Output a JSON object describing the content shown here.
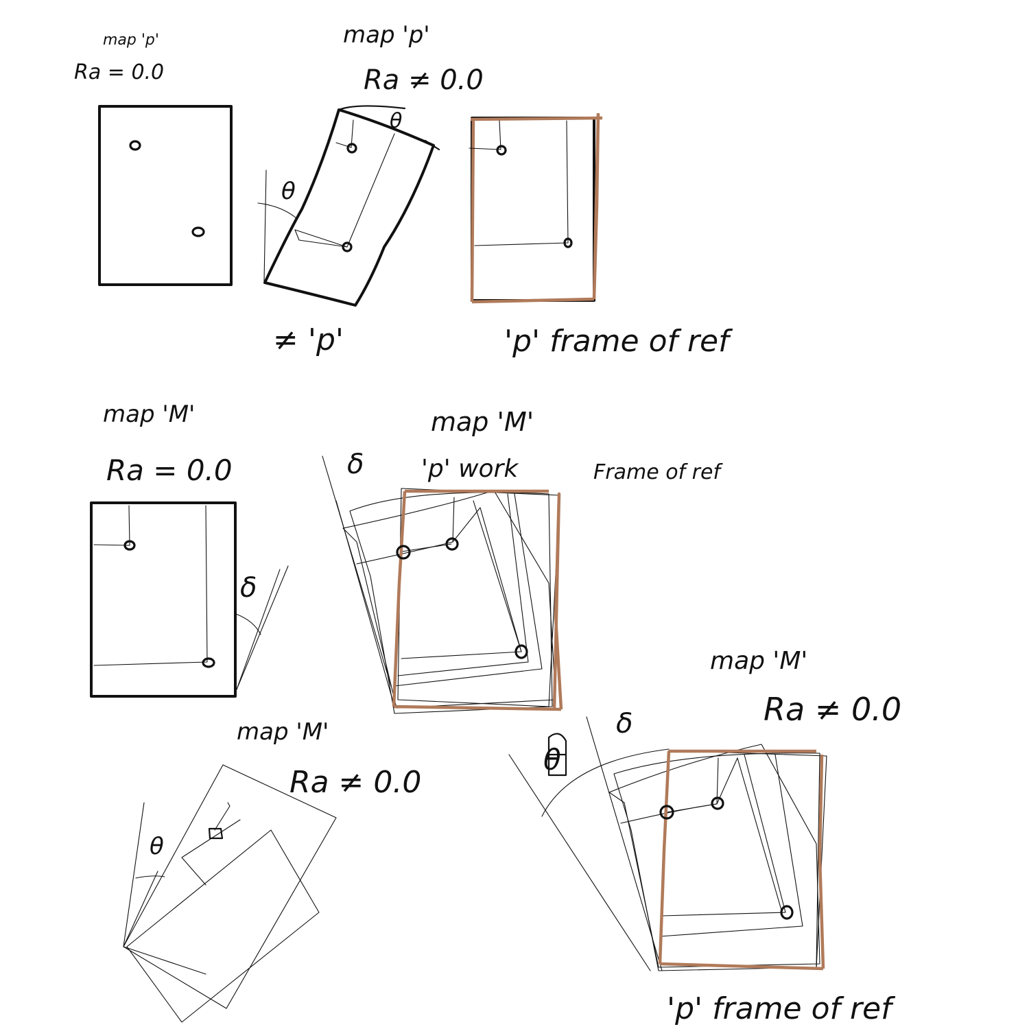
{
  "colors": {
    "ink": "#111111",
    "reference_frame": "#b07a5a",
    "background": "#ffffff"
  },
  "labels": {
    "p1_map": "map 'p'",
    "p1_ra": "Ra = 0.0",
    "p2_map": "map 'p'",
    "p2_ra": "Ra ≠ 0.0",
    "p2_angle": "θ",
    "p2_angle_top": "θ",
    "p2_caption": "≠ 'p'",
    "p3_caption": "'p' frame of ref",
    "m1_map": "map 'M'",
    "m1_ra": "Ra = 0.0",
    "m1_angle": "δ",
    "m2_map": "map 'M'",
    "m2_delta": "δ",
    "m2_work": "'p' work",
    "m2_frame": "Frame of ref",
    "m3_map": "map 'M'",
    "m3_ra": "Ra ≠ 0.0",
    "m3_angle": "θ",
    "m4_map": "map 'M'",
    "m4_ra": "Ra ≠ 0.0",
    "m4_theta": "θ",
    "m4_delta": "δ",
    "m4_caption": "'p' frame of ref"
  }
}
